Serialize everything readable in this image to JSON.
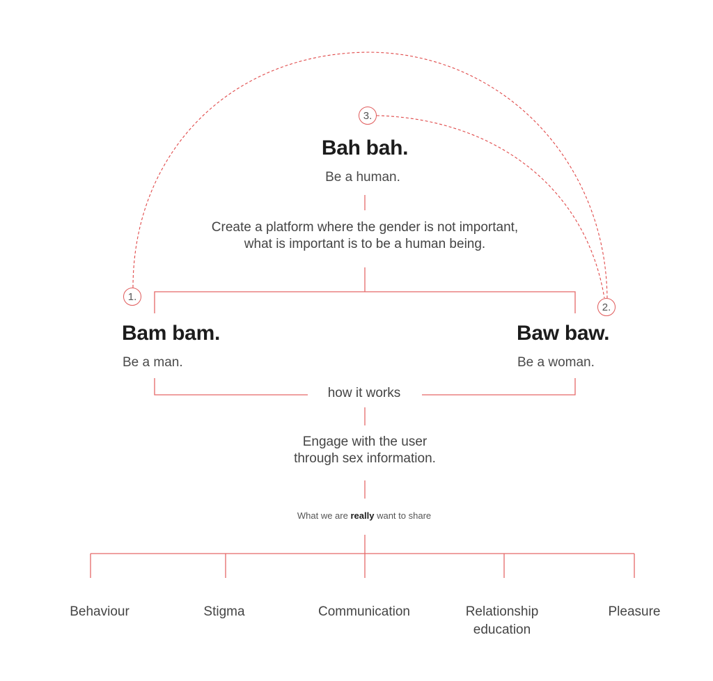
{
  "colors": {
    "line": "#e56868",
    "dashed": "#e04848",
    "title": "#1c1c1c",
    "text": "#444444"
  },
  "top": {
    "badge": "3.",
    "title": "Bah bah.",
    "subtitle": "Be a human.",
    "description_line1": "Create a platform where the gender is not important,",
    "description_line2": "what is important is to be a human being."
  },
  "left": {
    "badge": "1.",
    "title": "Bam bam.",
    "subtitle": "Be a man."
  },
  "right": {
    "badge": "2.",
    "title": "Baw baw.",
    "subtitle": "Be a woman."
  },
  "how": {
    "label": "how it works",
    "line1": "Engage with the user",
    "line2": "through sex information."
  },
  "share": {
    "prefix": "What we are",
    "emphasis": "really",
    "suffix": "want to share"
  },
  "leaves": [
    {
      "line1": "Behaviour",
      "line2": ""
    },
    {
      "line1": "Stigma",
      "line2": ""
    },
    {
      "line1": "Communication",
      "line2": ""
    },
    {
      "line1": "Relationship",
      "line2": "education"
    },
    {
      "line1": "Pleasure",
      "line2": ""
    }
  ]
}
